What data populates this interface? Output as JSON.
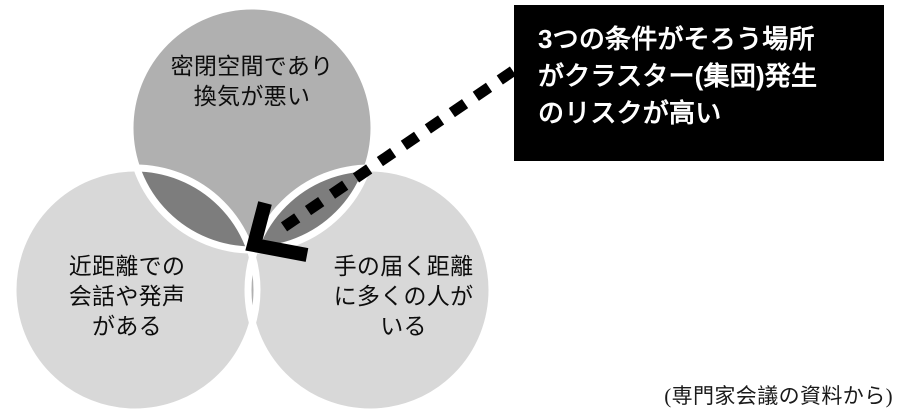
{
  "diagram": {
    "type": "venn3",
    "title": "3 conditions Venn diagram",
    "circles": [
      {
        "id": "top",
        "position": "top",
        "label": "密閉空間であり\n換気が悪い",
        "fill": "#b0b0b0"
      },
      {
        "id": "bottom-left",
        "position": "bottom-left",
        "label": "近距離での\n会話や発声\nがある",
        "fill": "#d8d8d8"
      },
      {
        "id": "bottom-right",
        "position": "bottom-right",
        "label": "手の届く距離\nに多くの人が\nいる",
        "fill": "#d8d8d8"
      }
    ],
    "overlap_colors": {
      "pair_top_left": "#7d7d7d",
      "pair_top_right": "#7d7d7d",
      "pair_bottom": "#b0b0b0",
      "triple_center": "#6a6a6a",
      "separator_stroke": "#ffffff"
    }
  },
  "callout": {
    "text": "3つの条件がそろう場所\nがクラスター(集団)発生\nのリスクが高い",
    "background": "#000000",
    "text_color": "#ffffff"
  },
  "arrow": {
    "style": "dashed",
    "head": "open-v",
    "color": "#000000",
    "points_to": "triple_center"
  },
  "caption": {
    "text": "(専門家会議の資料から)"
  }
}
